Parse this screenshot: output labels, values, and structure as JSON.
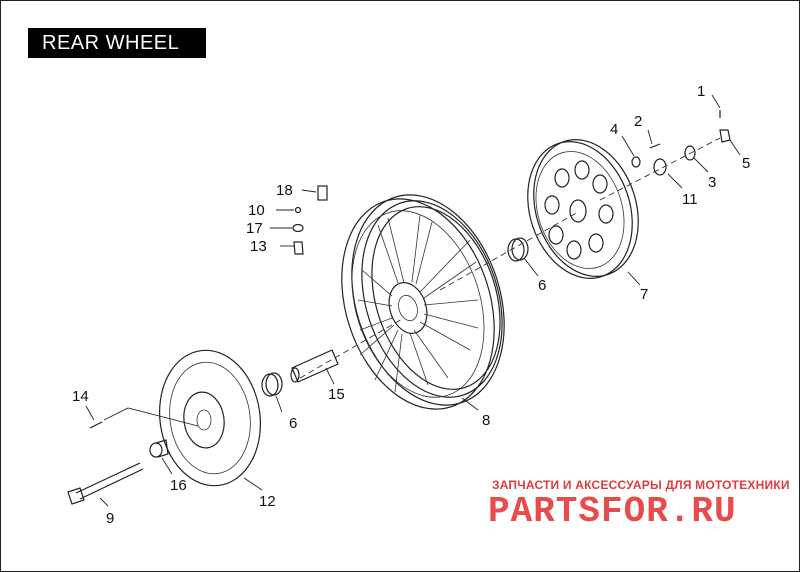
{
  "title": "REAR WHEEL",
  "callouts": [
    {
      "id": "c1",
      "label": "1"
    },
    {
      "id": "c2",
      "label": "2"
    },
    {
      "id": "c3",
      "label": "3"
    },
    {
      "id": "c4",
      "label": "4"
    },
    {
      "id": "c5",
      "label": "5"
    },
    {
      "id": "c6a",
      "label": "6"
    },
    {
      "id": "c6b",
      "label": "6"
    },
    {
      "id": "c7",
      "label": "7"
    },
    {
      "id": "c8",
      "label": "8"
    },
    {
      "id": "c9",
      "label": "9"
    },
    {
      "id": "c10",
      "label": "10"
    },
    {
      "id": "c11",
      "label": "11"
    },
    {
      "id": "c12",
      "label": "12"
    },
    {
      "id": "c13",
      "label": "13"
    },
    {
      "id": "c14",
      "label": "14"
    },
    {
      "id": "c15",
      "label": "15"
    },
    {
      "id": "c16",
      "label": "16"
    },
    {
      "id": "c17",
      "label": "17"
    },
    {
      "id": "c18",
      "label": "18"
    }
  ],
  "watermark": {
    "subtitle": "ЗАПЧАСТИ И АКСЕССУАРЫ ДЛЯ МОТОТЕХНИКИ",
    "brand": "PARTSFOR.RU",
    "color": "#e84b4b"
  }
}
